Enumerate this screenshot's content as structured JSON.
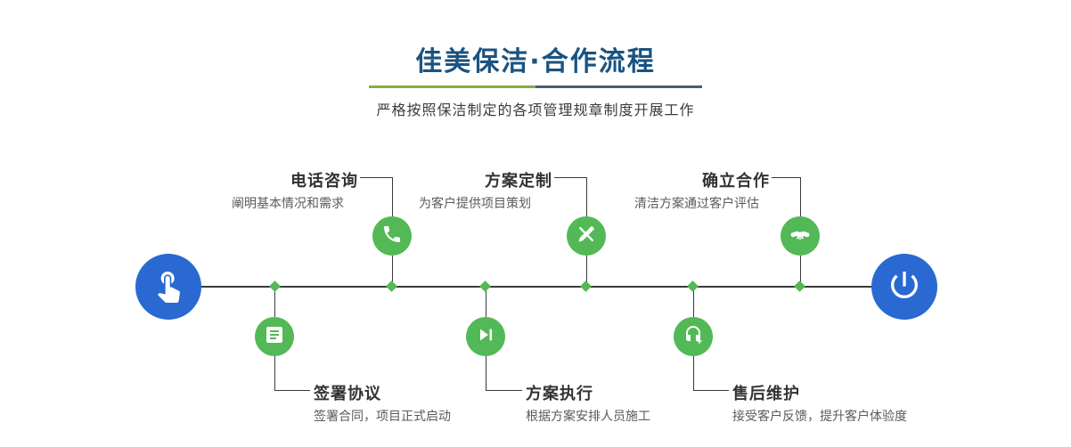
{
  "header": {
    "title": "佳美保洁·合作流程",
    "subtitle": "严格按照保洁制定的各项管理规章制度开展工作"
  },
  "timeline": {
    "start_icon": "pointing-hand-icon",
    "end_icon": "power-icon",
    "steps_top": [
      {
        "label": "电话咨询",
        "desc": "阐明基本情况和需求",
        "icon": "phone-icon"
      },
      {
        "label": "方案定制",
        "desc": "为客户提供项目策划",
        "icon": "pen-tools-icon"
      },
      {
        "label": "确立合作",
        "desc": "清洁方案通过客户评估",
        "icon": "handshake-icon"
      }
    ],
    "steps_bottom": [
      {
        "label": "签署协议",
        "desc": "签署合同，项目正式启动",
        "icon": "document-icon"
      },
      {
        "label": "方案执行",
        "desc": "根据方案安排人员施工",
        "icon": "play-icon"
      },
      {
        "label": "售后维护",
        "desc": "接受客户反馈，提升客户体验度",
        "icon": "headset-plus-icon"
      }
    ]
  },
  "colors": {
    "title_blue": "#1a5381",
    "node_green": "#52b956",
    "endpoint_blue": "#2969d1",
    "divider_green": "#7cb342",
    "divider_blue": "#4a5d75",
    "line": "#3a3a3a"
  }
}
